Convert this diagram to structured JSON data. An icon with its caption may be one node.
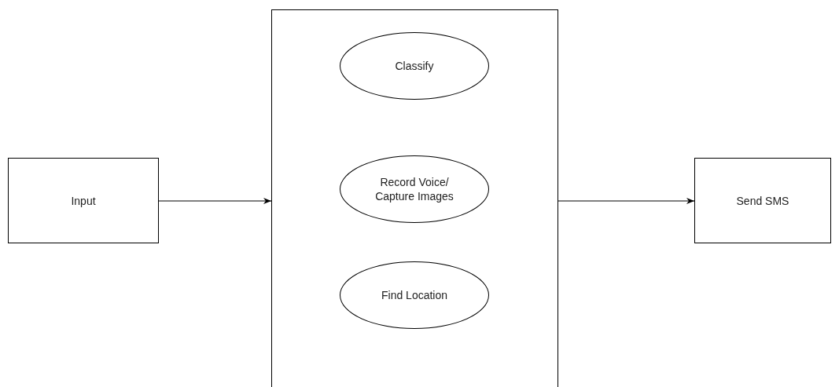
{
  "diagram": {
    "nodes": [
      {
        "text": [
          "Input"
        ]
      },
      {
        "text": [],
        "shape": "box"
      },
      {
        "text": [
          "Classify"
        ],
        "in": 1
      },
      {
        "text": [
          "Record Voice/ Capture Images"
        ],
        "in": 1
      },
      {
        "text": [
          "Find Location"
        ],
        "in": 1
      },
      {
        "text": [
          "Send SMS"
        ]
      }
    ],
    "edges": [
      {
        "from": 0,
        "to": 1,
        "arrow": "to"
      },
      {
        "from": 1,
        "to": 5,
        "arrow": "to"
      }
    ]
  }
}
